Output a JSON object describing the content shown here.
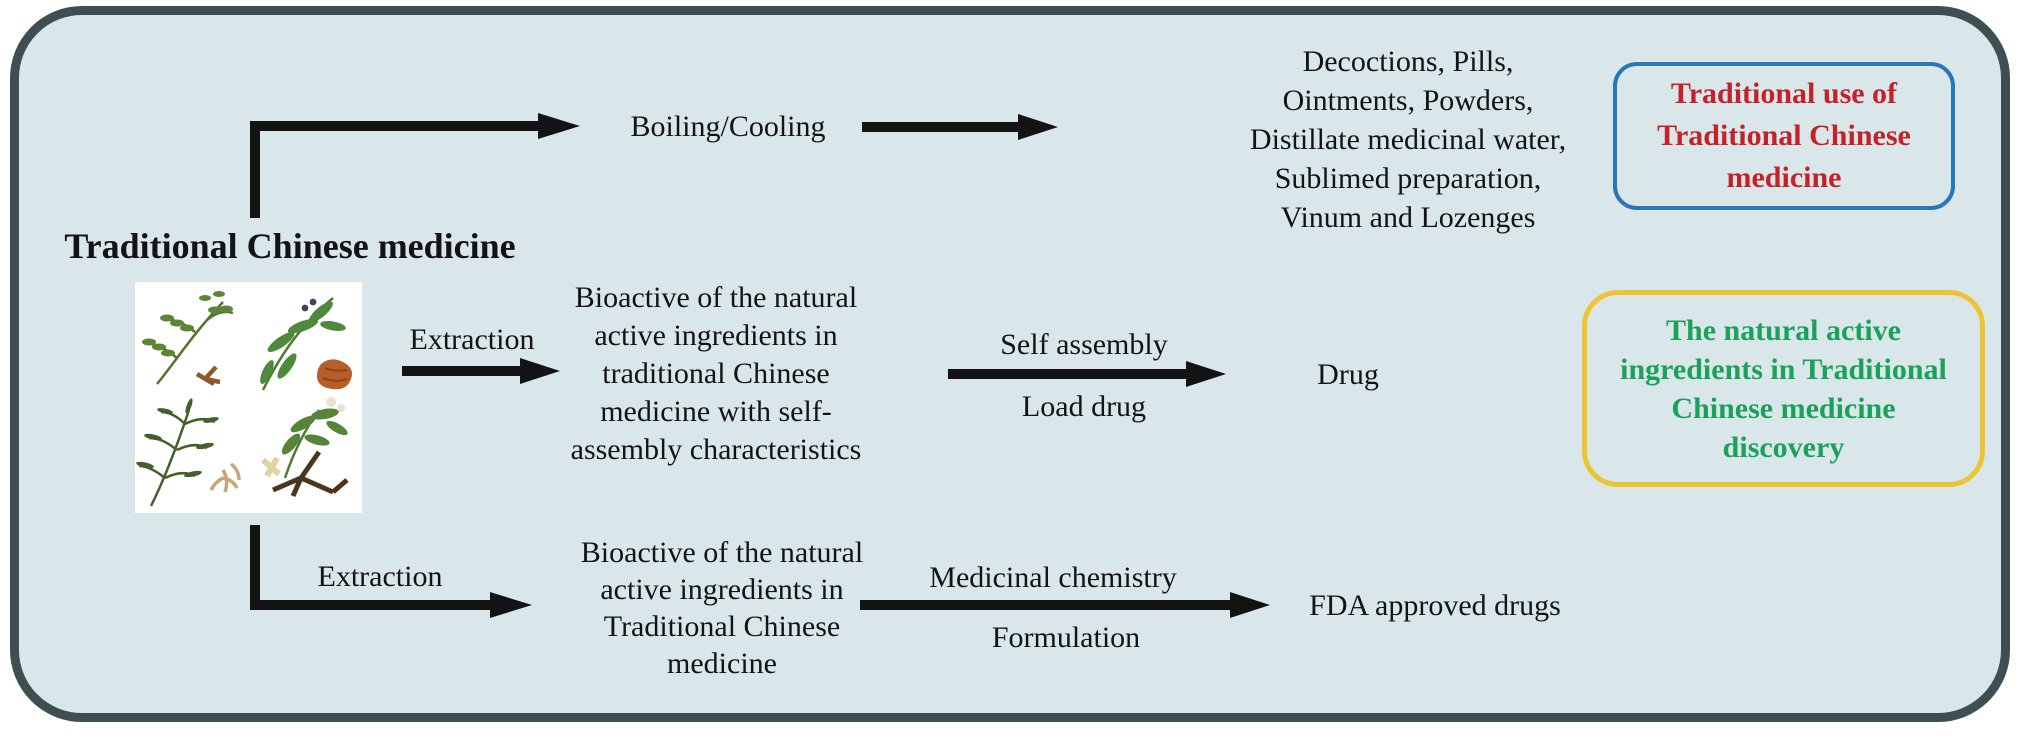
{
  "figure_title": "Traditional Chinese medicine flow diagram",
  "source_label": "Traditional Chinese medicine",
  "branch_top": {
    "step1": "Boiling/Cooling",
    "result": "Decoctions, Pills,\nOintments, Powders,\nDistillate medicinal water,\nSublimed preparation,\nVinum and Lozenges",
    "outcome": "Traditional use of\nTraditional Chinese\nmedicine"
  },
  "branch_middle": {
    "step1": "Extraction",
    "intermediate": "Bioactive of the natural\nactive ingredients in\ntraditional Chinese\nmedicine with self-\nassembly characteristics",
    "step2_top": "Self assembly",
    "step2_bottom": "Load drug",
    "result": "Drug",
    "outcome": "The natural active\ningredients in Traditional\nChinese medicine\ndiscovery"
  },
  "branch_bottom": {
    "step1": "Extraction",
    "intermediate": "Bioactive of the natural\nactive ingredients in\nTraditional Chinese\nmedicine",
    "step2_top": "Medicinal chemistry",
    "step2_bottom": "Formulation",
    "result": "FDA approved drugs"
  },
  "icons": {
    "herb_collage": "four medicinal plant illustrations with roots"
  },
  "colors": {
    "panel_background": "#d9e7ea",
    "frame_border": "#3e4f51",
    "arrow": "#131313",
    "outcome_top_border": "#2878b8",
    "outcome_top_text": "#c4222a",
    "outcome_middle_border": "#eec437",
    "outcome_middle_text": "#1ba15a"
  }
}
